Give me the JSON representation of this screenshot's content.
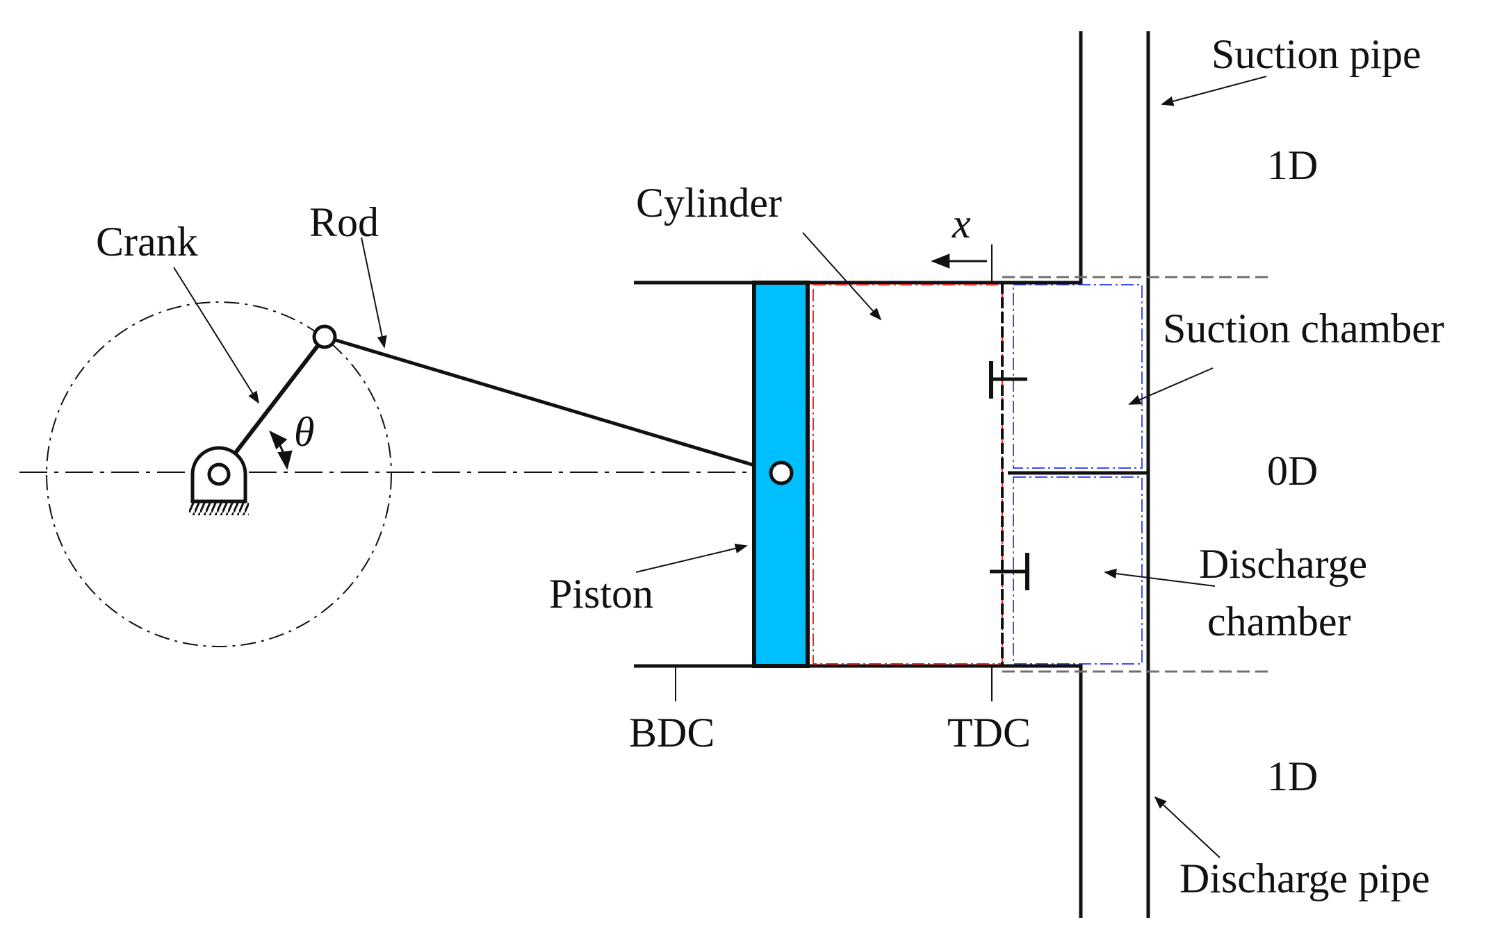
{
  "labels": {
    "crank": "Crank",
    "rod": "Rod",
    "theta": "θ",
    "cylinder": "Cylinder",
    "x": "x",
    "piston": "Piston",
    "bdc": "BDC",
    "tdc": "TDC",
    "suction_pipe": "Suction pipe",
    "suction_chamber": "Suction chamber",
    "discharge_chamber_line1": "Discharge",
    "discharge_chamber_line2": "chamber",
    "discharge_pipe": "Discharge pipe",
    "zone_top": "1D",
    "zone_middle": "0D",
    "zone_bottom": "1D"
  },
  "colors": {
    "line": "#111111",
    "piston_fill": "#00bfff",
    "cylinder_outline": "#ff2020",
    "chamber_outline": "#3a4cff",
    "dashed_guide": "#707070"
  }
}
